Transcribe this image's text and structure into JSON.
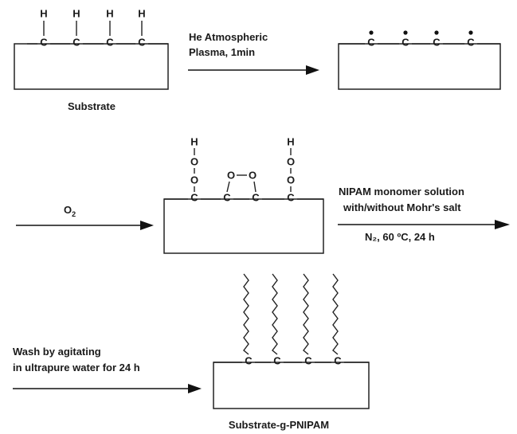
{
  "diagram": {
    "step1": {
      "substrate_label": "Substrate",
      "h": "H",
      "c": "C",
      "arrow_line1": "He  Atmospheric",
      "arrow_line2": "Plasma, 1min"
    },
    "step2": {
      "c": "C",
      "o": "O",
      "h": "H",
      "o2_label": "O",
      "o2_sub": "2",
      "arrow_line1": "NIPAM monomer solution",
      "arrow_line2": "with/without Mohr's salt",
      "arrow_line3": "N₂, 60 ºC, 24 h"
    },
    "step3": {
      "c": "C",
      "wash_line1": "Wash by agitating",
      "wash_line2": "in ultrapure water for 24 h",
      "product_label": "Substrate-g-PNIPAM"
    }
  }
}
